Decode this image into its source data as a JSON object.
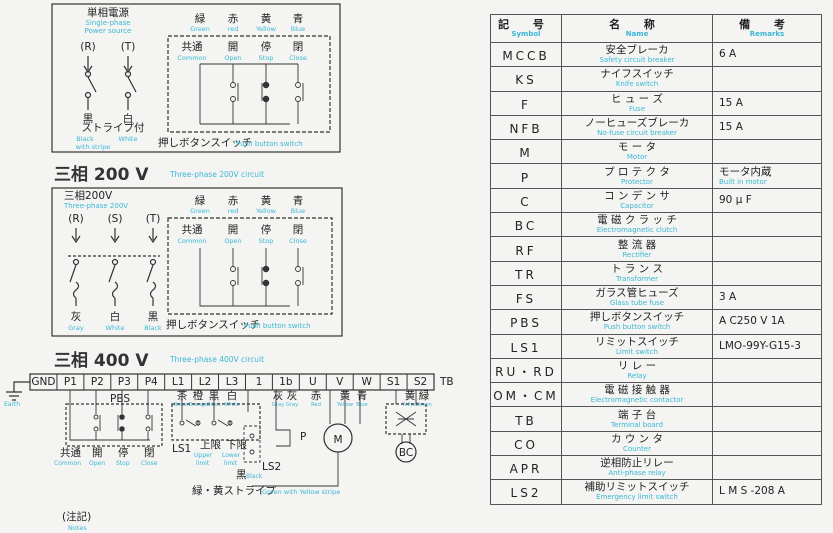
{
  "single_phase": {
    "source_jp": "単相電源",
    "source_en1": "Single-phase",
    "source_en2": "Power source",
    "terminal_r": "(R)",
    "terminal_t": "(T)",
    "wire_black": "黒",
    "wire_white": "白",
    "stripe_jp": "ストライプ付",
    "black_en": "Black",
    "white_en": "White",
    "stripe_en": "with stripe",
    "pbs_label_jp": "押しボタンスイッチ",
    "pbs_label_en": "Push button switch"
  },
  "buttons": {
    "green_jp": "緑",
    "green_en": "Green",
    "red_jp": "赤",
    "red_en": "red",
    "yellow_jp": "黄",
    "yellow_en": "Yellow",
    "blue_jp": "青",
    "blue_en": "Blue",
    "common_jp": "共通",
    "common_en": "Common",
    "open_jp": "開",
    "open_en": "Open",
    "stop_jp": "停",
    "stop_en": "Stop",
    "close_jp": "閉",
    "close_en": "Close"
  },
  "three_phase_200": {
    "heading_jp": "三相 200 V",
    "heading_en": "Three-phase 200V circuit",
    "source_jp": "三相200V",
    "source_en": "Three-phase 200V",
    "terminal_r": "(R)",
    "terminal_s": "(S)",
    "terminal_t": "(T)",
    "gray_jp": "灰",
    "white_jp": "白",
    "black_jp": "黒",
    "gray_en": "Gray",
    "white_en": "White",
    "black_en": "Black",
    "pbs_label_jp": "押しボタンスイッチ",
    "pbs_label_en": "Push button switch"
  },
  "three_phase_400": {
    "heading_jp": "三相 400 V",
    "heading_en": "Three-phase 400V circuit",
    "terminals": [
      "GND",
      "P1",
      "P2",
      "P3",
      "P4",
      "L1",
      "L2",
      "L3",
      "1",
      "1b",
      "U",
      "V",
      "W",
      "S1",
      "S2"
    ],
    "tb": "TB",
    "earth": "Earth",
    "pbs": "PBS",
    "wire_colors": [
      {
        "jp": "茶",
        "en": "Brown"
      },
      {
        "jp": "橙",
        "en": "Orange"
      },
      {
        "jp": "黒",
        "en": "Black"
      },
      {
        "jp": "白",
        "en": "White"
      },
      {
        "jp": "灰",
        "en": "Gray"
      },
      {
        "jp": "灰",
        "en": "Gray"
      },
      {
        "jp": "赤",
        "en": "Red"
      },
      {
        "jp": "黄",
        "en": "Yellow"
      },
      {
        "jp": "青",
        "en": "Blue"
      },
      {
        "jp": "黄",
        "en": "Yellow"
      },
      {
        "jp": "緑",
        "en": "Green"
      }
    ],
    "upper_jp": "上限",
    "upper_en1": "Upper",
    "upper_en2": "limit",
    "lower_jp": "下限",
    "lower_en1": "Lower",
    "lower_en2": "limit",
    "ls1": "LS1",
    "ls2": "LS2",
    "p": "P",
    "motor": "M",
    "bc": "BC",
    "black_jp": "黒",
    "black_en": "Black",
    "stripe_jp": "緑・黄ストライプ",
    "stripe_en": "Green with Yellow stripe",
    "common_jp": "共通",
    "common_en": "Common",
    "open_jp": "開",
    "open_en": "Open",
    "stop_jp": "停",
    "stop_en": "Stop",
    "close_jp": "閉",
    "close_en": "Close"
  },
  "notes": {
    "jp": "(注記)",
    "en": "Notes"
  },
  "table": {
    "headers": [
      {
        "jp": "記 号",
        "en": "Symbol"
      },
      {
        "jp": "名 称",
        "en": "Name"
      },
      {
        "jp": "備 考",
        "en": "Remarks"
      }
    ],
    "rows": [
      {
        "symbol": "MCCB",
        "name_jp": "安全ブレーカ",
        "name_en": "Safety circuit breaker",
        "remark": "6 A",
        "remark_en": ""
      },
      {
        "symbol": "KS",
        "name_jp": "ナイフスイッチ",
        "name_en": "Knife switch",
        "remark": "",
        "remark_en": ""
      },
      {
        "symbol": "F",
        "name_jp": "ヒ ュ ー ズ",
        "name_en": "Fuse",
        "remark": "15 A",
        "remark_en": ""
      },
      {
        "symbol": "NFB",
        "name_jp": "ノーヒューズブレーカ",
        "name_en": "No-fuse circuit breaker",
        "remark": "15 A",
        "remark_en": ""
      },
      {
        "symbol": "M",
        "name_jp": "モ ー タ",
        "name_en": "Motor",
        "remark": "",
        "remark_en": ""
      },
      {
        "symbol": "P",
        "name_jp": "プ ロ テ ク タ",
        "name_en": "Protector",
        "remark": "モータ内蔵",
        "remark_en": "Built in motor"
      },
      {
        "symbol": "C",
        "name_jp": "コ ン デ ン サ",
        "name_en": "Capacitor",
        "remark": "90 μ F",
        "remark_en": ""
      },
      {
        "symbol": "BC",
        "name_jp": "電 磁 ク ラ ッ チ",
        "name_en": "Electromagnetic clutch",
        "remark": "",
        "remark_en": ""
      },
      {
        "symbol": "RF",
        "name_jp": "整 流 器",
        "name_en": "Rectifier",
        "remark": "",
        "remark_en": ""
      },
      {
        "symbol": "TR",
        "name_jp": "ト ラ ン ス",
        "name_en": "Transformer",
        "remark": "",
        "remark_en": ""
      },
      {
        "symbol": "FS",
        "name_jp": "ガラス管ヒューズ",
        "name_en": "Glass tube fuse",
        "remark": "3 A",
        "remark_en": ""
      },
      {
        "symbol": "PBS",
        "name_jp": "押しボタンスイッチ",
        "name_en": "Push button switch",
        "remark": "A C250 V 1A",
        "remark_en": ""
      },
      {
        "symbol": "LS1",
        "name_jp": "リミットスイッチ",
        "name_en": "Limit switch",
        "remark": "LMO-99Y-G15-3",
        "remark_en": ""
      },
      {
        "symbol": "RU・RD",
        "name_jp": "リ レ ー",
        "name_en": "Relay",
        "remark": "",
        "remark_en": ""
      },
      {
        "symbol": "OM・CM",
        "name_jp": "電 磁 接 触 器",
        "name_en": "Electromagnetic contactor",
        "remark": "",
        "remark_en": ""
      },
      {
        "symbol": "TB",
        "name_jp": "端 子 台",
        "name_en": "Terminal board",
        "remark": "",
        "remark_en": ""
      },
      {
        "symbol": "CO",
        "name_jp": "カ ウ ン タ",
        "name_en": "Counter",
        "remark": "",
        "remark_en": ""
      },
      {
        "symbol": "APR",
        "name_jp": "逆相防止リレー",
        "name_en": "Anti-phase relay",
        "remark": "",
        "remark_en": ""
      },
      {
        "symbol": "LS2",
        "name_jp": "補助リミットスイッチ",
        "name_en": "Emergency limit switch",
        "remark": "L M S -208 A",
        "remark_en": ""
      }
    ]
  },
  "colors": {
    "cyan": "#3cb6d6",
    "ink": "#222222",
    "background": "#f4f5f2"
  }
}
